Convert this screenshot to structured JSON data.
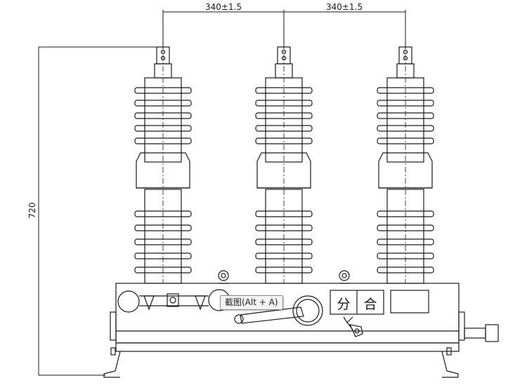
{
  "dimensions": {
    "spacing_left": "340±1.5",
    "spacing_right": "340±1.5",
    "overall_height": "720"
  },
  "panel": {
    "open_label": "分",
    "close_label": "合"
  },
  "tooltip": {
    "text": "截图(Alt + A)"
  },
  "colors": {
    "line": "#1a1a1a",
    "background": "#ffffff"
  }
}
